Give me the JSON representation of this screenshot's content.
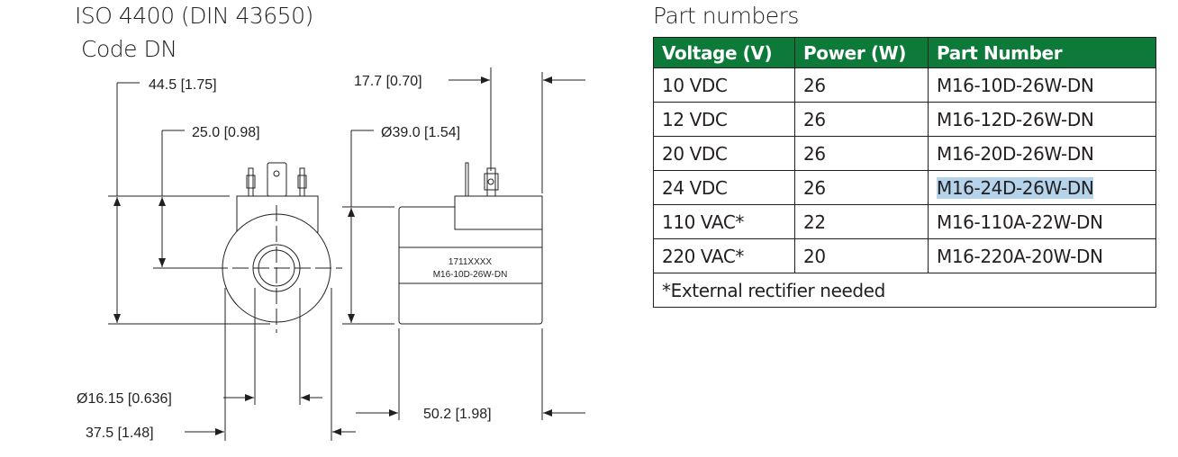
{
  "drawing": {
    "title": "ISO 4400 (DIN 43650)",
    "subtitle": "Code DN",
    "dims": {
      "height_overall": "44.5 [1.75]",
      "height_center": "25.0 [0.98]",
      "pin_offset": "17.7 [0.70]",
      "diameter": "Ø39.0 [1.54]",
      "bore": "Ø16.15 [0.636]",
      "width": "37.5 [1.48]",
      "length": "50.2 [1.98]"
    },
    "label_line1": "1711XXXX",
    "label_line2": "M16-10D-26W-DN"
  },
  "table": {
    "title": "Part numbers",
    "headers": [
      "Voltage (V)",
      "Power (W)",
      "Part Number"
    ],
    "rows": [
      [
        "10 VDC",
        "26",
        "M16-10D-26W-DN"
      ],
      [
        "12 VDC",
        "26",
        "M16-12D-26W-DN"
      ],
      [
        "20 VDC",
        "26",
        "M16-20D-26W-DN"
      ],
      [
        "24 VDC",
        "26",
        "M16-24D-26W-DN"
      ],
      [
        "110 VAC*",
        "22",
        "M16-110A-22W-DN"
      ],
      [
        "220 VAC*",
        "20",
        "M16-220A-20W-DN"
      ]
    ],
    "footnote": "*External rectifier needed",
    "header_color": "#0e7a3a",
    "selection_color": "#b5d3ea"
  }
}
